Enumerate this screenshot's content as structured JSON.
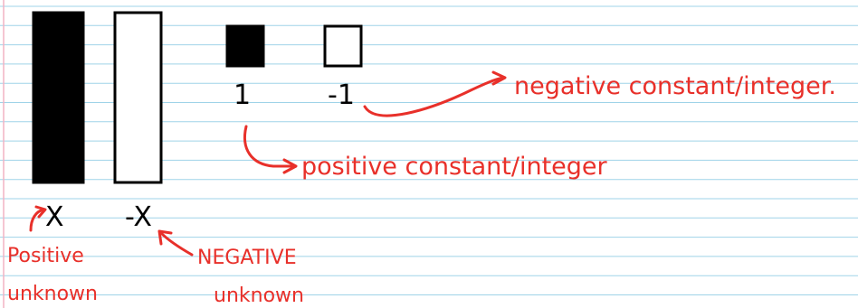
{
  "tiles": {
    "positive_unknown": {
      "symbol": "X",
      "fill": "#000000"
    },
    "negative_unknown": {
      "symbol": "-X",
      "fill": "#ffffff"
    },
    "positive_constant": {
      "symbol": "1",
      "fill": "#000000"
    },
    "negative_constant": {
      "symbol": "-1",
      "fill": "#ffffff"
    }
  },
  "annotations": {
    "negative_constant": "negative constant/integer.",
    "positive_constant": "positive constant/integer",
    "positive_unknown_line1": "Positive",
    "positive_unknown_line2": "unknown",
    "negative_unknown_line1": "NEGATIVE",
    "negative_unknown_line2": "unknown"
  },
  "colors": {
    "ink": "#000000",
    "annotation": "#e8302a",
    "ruled_line": "#9fd3e8",
    "margin_line": "#f2b3c4",
    "paper": "#ffffff"
  }
}
